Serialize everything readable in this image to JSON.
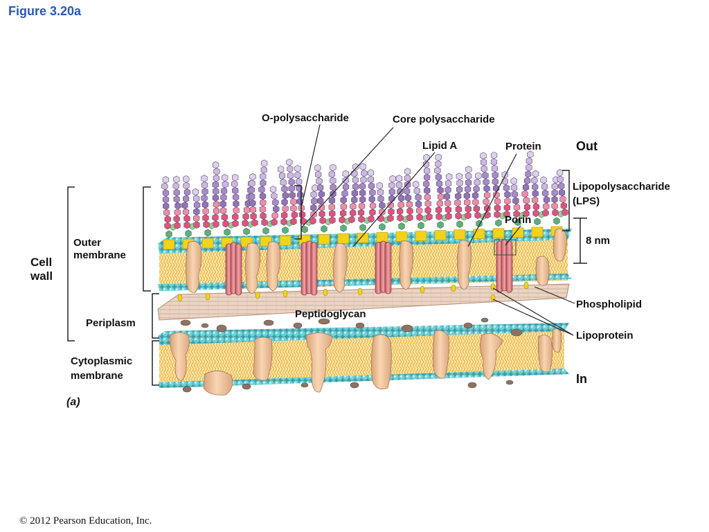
{
  "header": {
    "figure_title": "Figure 3.20a"
  },
  "labels": {
    "o_polysaccharide": "O-polysaccharide",
    "core_polysaccharide": "Core polysaccharide",
    "lipid_a": "Lipid A",
    "protein": "Protein",
    "out": "Out",
    "lps_line1": "Lipopolysaccharide",
    "lps_line2": "(LPS)",
    "porin": "Porin",
    "thickness": "8 nm",
    "outer_membrane_line1": "Outer",
    "outer_membrane_line2": "membrane",
    "cell_wall_line1": "Cell",
    "cell_wall_line2": "wall",
    "peptidoglycan": "Peptidoglycan",
    "phospholipid": "Phospholipid",
    "periplasm": "Periplasm",
    "lipoprotein": "Lipoprotein",
    "cytoplasmic_line1": "Cytoplasmic",
    "cytoplasmic_line2": "membrane",
    "in": "In"
  },
  "caption": "(a)",
  "footer": {
    "copyright": "© 2012 Pearson Education, Inc."
  },
  "colors": {
    "title_blue": "#2a57b5",
    "headgroup": "#5cc4cc",
    "lipid_tail": "#e8b54a",
    "membrane_fill": "#fbe6a8",
    "protein": "#f2c69d",
    "porin": "#d9777c",
    "peptidoglycan": "#e9d2c2",
    "core_yellow": "#f2d21a",
    "lps_pink": "#e05479",
    "lps_purple": "#9173b8",
    "lps_lavender": "#cbb9df"
  }
}
